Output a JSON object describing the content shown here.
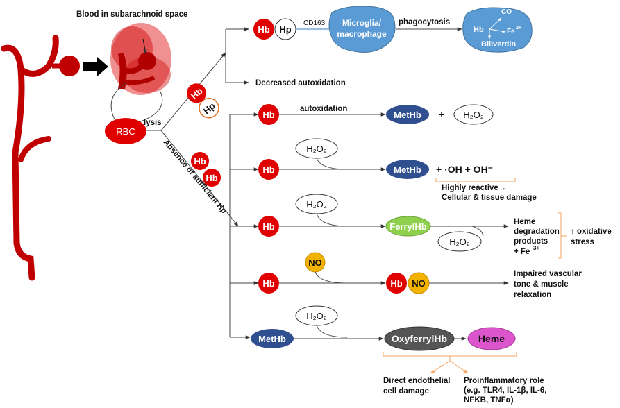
{
  "top": {
    "blood_label": "Blood in subarachnoid space",
    "rbc": "RBC",
    "lysis": "lysis",
    "absence_label": "Absence of sufficient Hp"
  },
  "complex": {
    "hb": "Hb",
    "hp": "Hp",
    "cd163": "CD163",
    "microglia": [
      "Microglia/",
      "macrophage"
    ],
    "phagocytosis": "phagocytosis",
    "breakdown": {
      "hb": "Hb",
      "co": "CO",
      "fe": "Fe",
      "fe_sup": "2+",
      "biliverdin": "Biliverdin"
    },
    "decreased": "Decreased autoxidation"
  },
  "pathway1": {
    "hb": "Hb",
    "autoxidation": "autoxidation",
    "methb": "MetHb",
    "plus": "+",
    "h2o2": "H₂O₂"
  },
  "pathway2": {
    "hb": "Hb",
    "h2o2": "H₂O₂",
    "methb": "MetHb",
    "products": "+  ·OH   +   OH⁻",
    "note1": "Highly reactive→",
    "note2": "Cellular & tissue damage"
  },
  "pathway3": {
    "hb": "Hb",
    "h2o2_top": "H₂O₂",
    "ferrylhb": "FerrylHb",
    "h2o2_bottom": "H₂O₂",
    "heme_products": [
      "Heme",
      "degradation",
      "products",
      "+ Fe"
    ],
    "fe_sup": "3+",
    "oxidative": [
      "↑ oxidative",
      "stress"
    ]
  },
  "pathway4": {
    "no_top": "NO",
    "hb": "Hb",
    "hb2": "Hb",
    "no2": "NO",
    "outcome": [
      "Impaired vascular",
      "tone & muscle",
      "relaxation"
    ]
  },
  "pathway5": {
    "methb": "MetHb",
    "h2o2": "H₂O₂",
    "oxyferrylhb": "OxyferrylHb",
    "heme": "Heme",
    "direct": [
      "Direct endothelial",
      "cell damage"
    ],
    "proinflammatory": [
      "Proinflammatory role",
      "(e.g. TLR4, IL-1β, IL-6,",
      "NFKB, TNFα)"
    ]
  },
  "colors": {
    "hb_red": "#e00000",
    "methb_blue": "#2f4f8f",
    "ferryl_green": "#8fd14f",
    "no_yellow": "#f2b300",
    "oxyferryl_gray": "#555555",
    "heme_magenta": "#dd55cc",
    "microglia_blue": "#5b9bd5",
    "bracket_orange": "#f4a460"
  }
}
